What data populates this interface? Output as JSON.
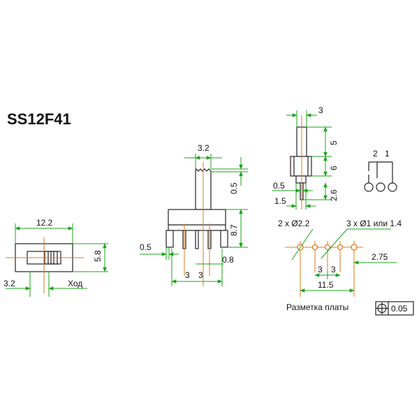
{
  "title": "SS12F41",
  "colors": {
    "dimension": "#1aa41a",
    "centerline": "#e07a1a",
    "outline": "#222222"
  },
  "front_view": {
    "width": "12.2",
    "height": "5.8",
    "offset": "3.2",
    "travel": "Ход"
  },
  "side_view": {
    "actuator_width": "3.2",
    "actuator_height": "0.5",
    "body_height": "8.7",
    "pin_width": "0.5",
    "pin_pitch_left": "3",
    "pin_pitch_right": "3",
    "pin_thickness": "0.8"
  },
  "end_view": {
    "width": "3",
    "height_top": "5",
    "height_mid": "6",
    "pin_width": "0.5",
    "pin_offset": "1.5",
    "pin_length": "2.6"
  },
  "schematic": {
    "label_2": "2",
    "label_1": "1"
  },
  "pcb_layout": {
    "mounting_holes": "2 x Ø2.2",
    "pin_holes": "3 x Ø1 или 1.4",
    "pitch_left": "3",
    "pitch_right": "3",
    "span": "11.5",
    "offset": "2.75",
    "caption": "Разметка платы",
    "tolerance": "0.05"
  }
}
